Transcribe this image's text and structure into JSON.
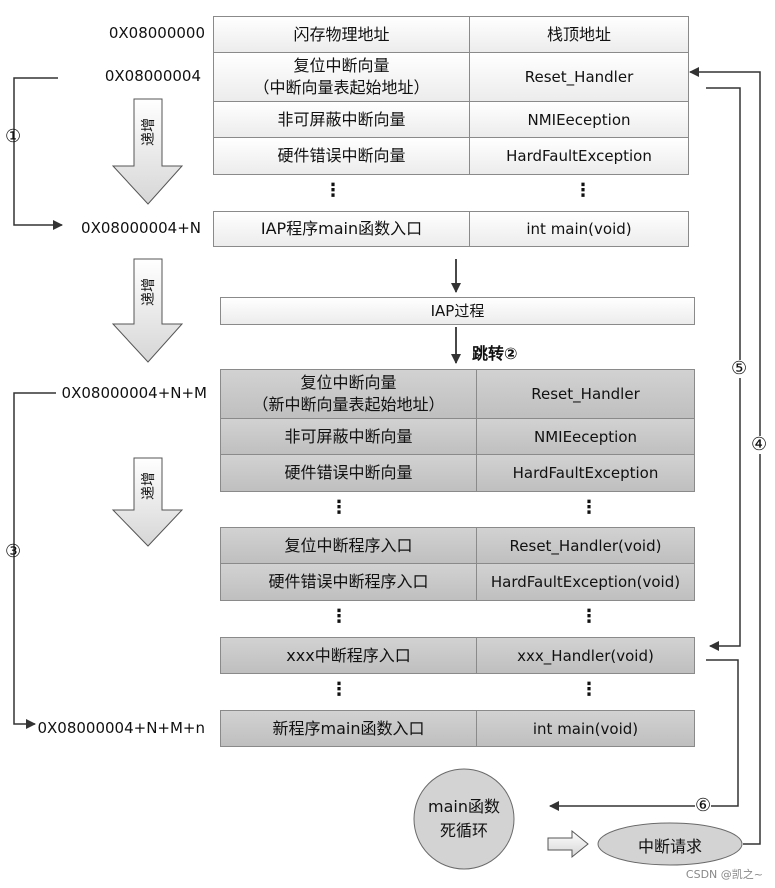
{
  "top_table": {
    "header": [
      "闪存物理地址",
      "栈顶地址"
    ],
    "rows": [
      {
        "left_line1": "复位中断向量",
        "left_line2": "（中断向量表起始地址）",
        "right": "Reset_Handler"
      },
      {
        "left": "非可屏蔽中断向量",
        "right": "NMIEeception"
      },
      {
        "left": "硬件错误中断向量",
        "right": "HardFaultException"
      }
    ],
    "iap_row": {
      "left": "IAP程序main函数入口",
      "right": "int main(void)"
    }
  },
  "addresses": {
    "a0": "0X08000000",
    "a1": "0X08000004",
    "a2": "0X08000004+N",
    "a3": "0X08000004+N+M",
    "a4": "0X08000004+N+M+n"
  },
  "iap_process": "IAP过程",
  "jump_label": "跳转②",
  "increment_label": "递增",
  "ellipsis": "⋮",
  "bottom_table": {
    "rows": [
      {
        "left_line1": "复位中断向量",
        "left_line2": "（新中断向量表起始地址）",
        "right": "Reset_Handler"
      },
      {
        "left": "非可屏蔽中断向量",
        "right": "NMIEeception"
      },
      {
        "left": "硬件错误中断向量",
        "right": "HardFaultException"
      }
    ],
    "handlers": [
      {
        "left": "复位中断程序入口",
        "right": "Reset_Handler(void)"
      },
      {
        "left": "硬件错误中断程序入口",
        "right": "HardFaultException(void)"
      }
    ],
    "xxx_row": {
      "left": "xxx中断程序入口",
      "right": "xxx_Handler(void)"
    },
    "main_row": {
      "left": "新程序main函数入口",
      "right": "int main(void)"
    }
  },
  "circle": {
    "line1": "main函数",
    "line2": "死循环"
  },
  "interrupt_request": "中断请求",
  "step_numbers": {
    "n1": "①",
    "n3": "③",
    "n4": "④",
    "n5": "⑤",
    "n6": "⑥"
  },
  "watermark": "CSDN @凯之~"
}
